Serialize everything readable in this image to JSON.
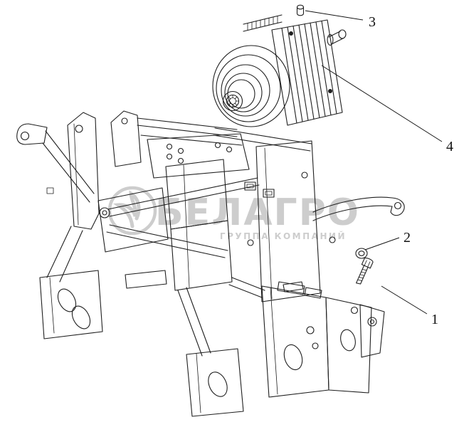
{
  "watermark": {
    "brand": "БЕЛАГРО",
    "subtitle": "ГРУППА КОМПАНИЙ",
    "color": "#c8c8c8"
  },
  "callouts": [
    {
      "label": "1",
      "part": "hex-bolt"
    },
    {
      "label": "2",
      "part": "washer"
    },
    {
      "label": "3",
      "part": "plug-pin"
    },
    {
      "label": "4",
      "part": "gearbox"
    }
  ],
  "colors": {
    "line": "#1f1f1f",
    "background": "#ffffff",
    "watermark": "#c8c8c8"
  }
}
